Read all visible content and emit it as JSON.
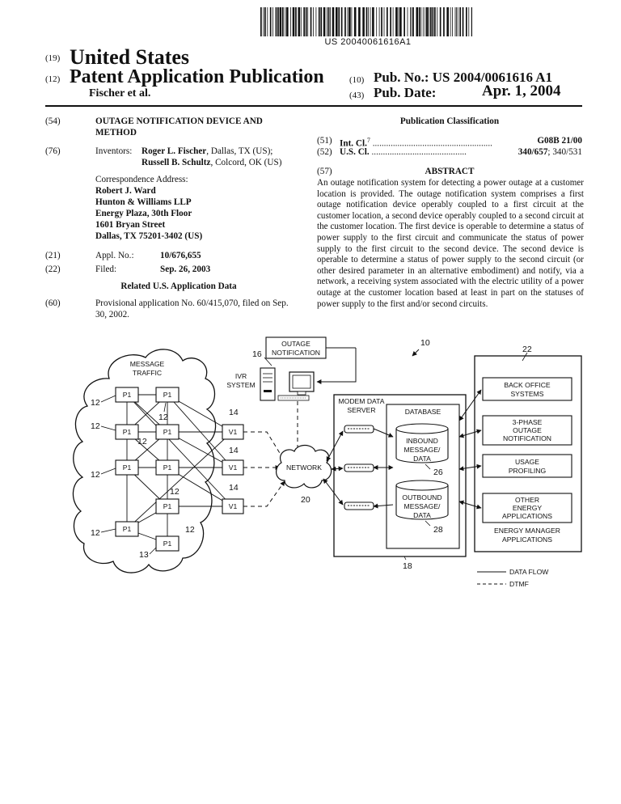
{
  "header": {
    "pub_number_top": "US 20040061616A1",
    "code19": "(19)",
    "country": "United States",
    "code12": "(12)",
    "pub_type": "Patent Application Publication",
    "authors": "Fischer et al.",
    "code10": "(10)",
    "pub_no_label": "Pub. No.:",
    "pub_no": "US 2004/0061616 A1",
    "code43": "(43)",
    "pub_date_label": "Pub. Date:",
    "pub_date": "Apr. 1, 2004"
  },
  "left": {
    "code54": "(54)",
    "title_line1": "OUTAGE NOTIFICATION DEVICE AND",
    "title_line2": "METHOD",
    "code76": "(76)",
    "inventors_label": "Inventors:",
    "inventor1_name": "Roger L. Fischer",
    "inventor1_loc": ", Dallas, TX (US);",
    "inventor2_name": "Russell B. Schultz",
    "inventor2_loc": ", Colcord, OK (US)",
    "corr_label": "Correspondence Address:",
    "corr_lines": [
      "Robert J. Ward",
      "Hunton & Williams LLP",
      "Energy Plaza, 30th Floor",
      "1601 Bryan Street",
      "Dallas, TX 75201-3402 (US)"
    ],
    "code21": "(21)",
    "appl_label": "Appl. No.:",
    "appl_no": "10/676,655",
    "code22": "(22)",
    "filed_label": "Filed:",
    "filed_date": "Sep. 26, 2003",
    "related_heading": "Related U.S. Application Data",
    "code60": "(60)",
    "provisional_line1": "Provisional application No. 60/415,070, filed on Sep.",
    "provisional_line2": "30, 2002."
  },
  "right": {
    "pub_class_heading": "Publication Classification",
    "code51": "(51)",
    "intcl_label": "Int. Cl.",
    "intcl_sup": "7",
    "intcl_dots": " .....................................................",
    "intcl_value": "G08B 21/00",
    "code52": "(52)",
    "uscl_label": "U.S. Cl.",
    "uscl_dots": " ..........................................",
    "uscl_value": "340/657",
    "uscl_value2": "; 340/531",
    "code57": "(57)",
    "abstract_heading": "ABSTRACT",
    "abstract_text": "An outage notification system for detecting a power outage at a customer location is provided. The outage notification system comprises a first outage notification device operably coupled to a first circuit at the customer location, a second device operably coupled to a second circuit at the customer location. The first device is operable to determine a status of power supply to the first circuit and communicate the status of power supply to the first circuit to the second device. The second device is operable to determine a status of power supply to the second circuit (or other desired parameter in an alternative embodiment) and notify, via a network, a receiving system associated with the electric utility of a power outage at the customer location based at least in part on the statuses of power supply to the first and/or second circuits."
  },
  "figure": {
    "ref10": "10",
    "ref12": "12",
    "ref13": "13",
    "ref14": "14",
    "ref16": "16",
    "ref18": "18",
    "ref20": "20",
    "ref22": "22",
    "ref26": "26",
    "ref28": "28",
    "outage_notification_l1": "OUTAGE",
    "outage_notification_l2": "NOTIFICATION",
    "message_traffic_l1": "MESSAGE",
    "message_traffic_l2": "TRAFFIC",
    "ivr_l1": "IVR",
    "ivr_l2": "SYSTEM",
    "p1": "P1",
    "v1": "V1",
    "network": "NETWORK",
    "modem_server_l1": "MODEM DATA",
    "modem_server_l2": "SERVER",
    "database": "DATABASE",
    "inbound_l1": "INBOUND",
    "inbound_l2": "MESSAGE/",
    "inbound_l3": "DATA",
    "outbound_l1": "OUTBOUND",
    "outbound_l2": "MESSAGE/",
    "outbound_l3": "DATA",
    "back_office_l1": "BACK OFFICE",
    "back_office_l2": "SYSTEMS",
    "three_phase_l1": "3-PHASE",
    "three_phase_l2": "OUTAGE",
    "three_phase_l3": "NOTIFICATION",
    "usage_l1": "USAGE",
    "usage_l2": "PROFILING",
    "other_l1": "OTHER",
    "other_l2": "ENERGY",
    "other_l3": "APPLICATIONS",
    "energy_mgr_l1": "ENERGY MANAGER",
    "energy_mgr_l2": "APPLICATIONS",
    "legend_data_flow": "DATA FLOW",
    "legend_dtmf": "DTMF"
  }
}
